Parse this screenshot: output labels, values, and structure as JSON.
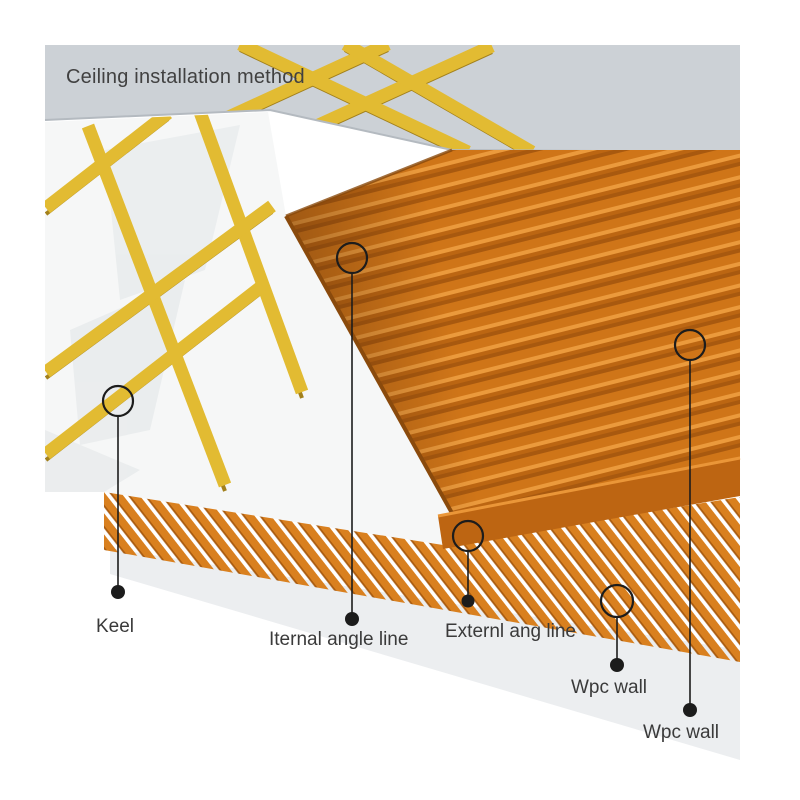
{
  "title": "Ceiling installation method",
  "colors": {
    "panel_face": "#cf7518",
    "panel_groove": "#a8590f",
    "panel_highlight": "#eb9a3c",
    "panel_shade": "#bc6612",
    "panel_edge": "#8a4a0c",
    "fascia": "#bd6512",
    "fascia_highlight": "#ea9638",
    "slat_face": "#d9801f",
    "slat_edge": "#aa5c10",
    "keel_gold": "#e2bb32",
    "keel_gold_dark": "#a2801c",
    "ceiling_gray": "#ccd1d6",
    "ceiling_edge": "#b4bac0",
    "wall_white": "#f6f7f7",
    "wall_shade": "#e9eced",
    "shadow_gray": "#eceef0",
    "callout_ink": "#1c1c1c",
    "text": "#3a3a3a"
  },
  "callouts": [
    {
      "id": "keel",
      "label": "Keel"
    },
    {
      "id": "internal-angle-line",
      "label": "Iternal angle line"
    },
    {
      "id": "external-angle-line",
      "label": "Externl ang line"
    },
    {
      "id": "wpc-wall",
      "label": "Wpc wall"
    },
    {
      "id": "wpc-wall-2",
      "label": "Wpc wall"
    }
  ]
}
